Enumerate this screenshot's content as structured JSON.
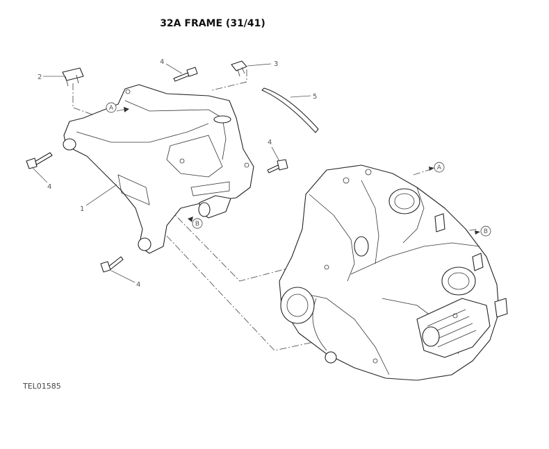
{
  "title": "32A FRAME (31/41)",
  "figure_ref": "TEL01585",
  "callouts": {
    "frame": "1",
    "bracket": "2",
    "clip": "3",
    "screw_top": "4",
    "screw_left": "4",
    "screw_right": "4",
    "screw_bottom": "4",
    "pipe": "5"
  },
  "refs": {
    "a_frame": "A",
    "a_engine": "A",
    "b_frame": "B",
    "b_engine": "B"
  }
}
